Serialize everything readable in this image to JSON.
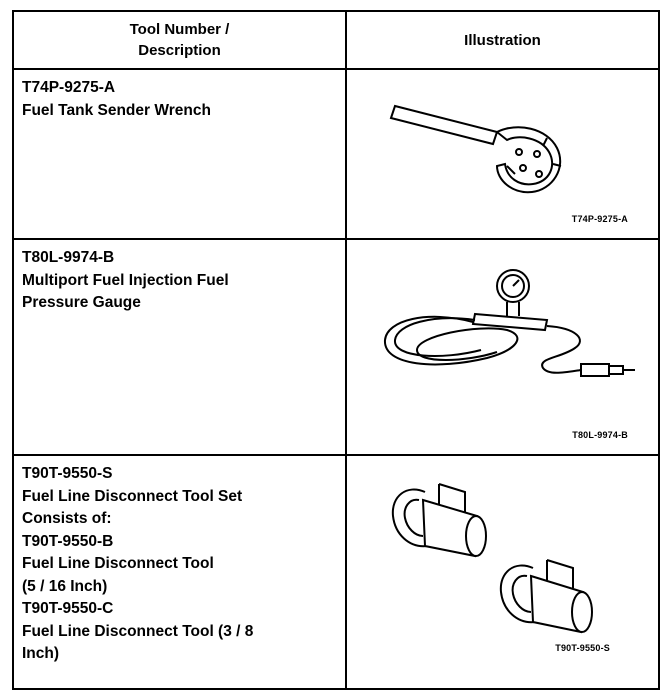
{
  "header": {
    "col1_line1": "Tool Number /",
    "col1_line2": "Description",
    "col2": "Illustration"
  },
  "rows": [
    {
      "lines": [
        "T74P-9275-A",
        "Fuel Tank Sender Wrench"
      ],
      "caption": "T74P-9275-A",
      "icon": "fuel-tank-sender-wrench"
    },
    {
      "lines": [
        "T80L-9974-B",
        "Multiport Fuel Injection Fuel",
        "Pressure Gauge"
      ],
      "caption": "T80L-9974-B",
      "icon": "fuel-pressure-gauge"
    },
    {
      "lines": [
        "T90T-9550-S",
        "Fuel Line Disconnect Tool Set",
        "Consists of:",
        "T90T-9550-B",
        "Fuel Line Disconnect Tool",
        "(5 / 16 Inch)",
        "T90T-9550-C",
        "Fuel Line Disconnect Tool (3 / 8",
        "Inch)"
      ],
      "caption": "T90T-9550-S",
      "icon": "fuel-line-disconnect-tools"
    }
  ]
}
